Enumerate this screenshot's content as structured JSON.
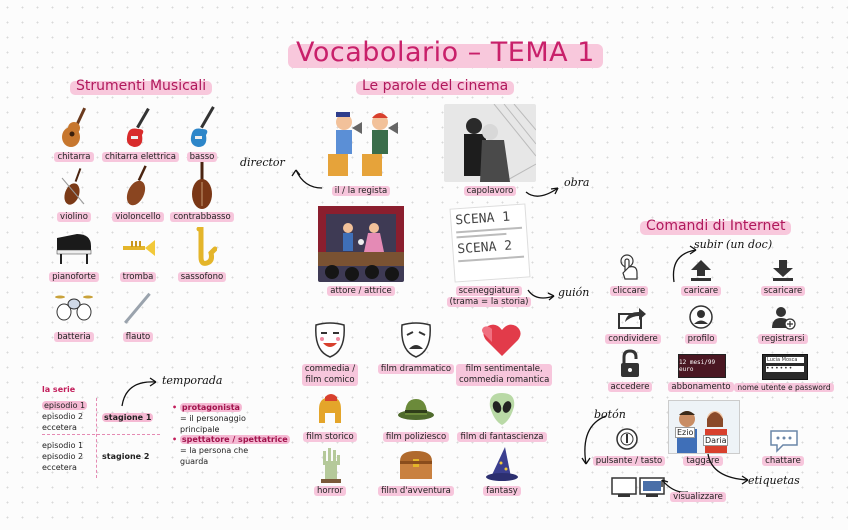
{
  "title": "Vocabolario – TEMA 1",
  "sections": {
    "strumenti": "Strumenti Musicali",
    "cinema": "Le parole del cinema",
    "internet": "Comandi di Internet"
  },
  "instruments": [
    {
      "label": "chitarra",
      "icon": "acoustic-guitar"
    },
    {
      "label": "chitarra elettrica",
      "icon": "electric-guitar"
    },
    {
      "label": "basso",
      "icon": "bass-guitar"
    },
    {
      "label": "violino",
      "icon": "violin"
    },
    {
      "label": "violoncello",
      "icon": "cello"
    },
    {
      "label": "contrabbasso",
      "icon": "double-bass"
    },
    {
      "label": "pianoforte",
      "icon": "piano"
    },
    {
      "label": "tromba",
      "icon": "trumpet"
    },
    {
      "label": "sassofono",
      "icon": "saxophone"
    },
    {
      "label": "batteria",
      "icon": "drums"
    },
    {
      "label": "flauto",
      "icon": "flute"
    }
  ],
  "cinema": {
    "regista": "il / la regista",
    "capolavoro": "capolavoro",
    "attore": "attore / attrice",
    "sceneggiatura_1": "sceneggiatura",
    "sceneggiatura_2": "(trama = la storia)",
    "scena1": "SCENA 1",
    "scena2": "SCENA 2",
    "notes": {
      "director": "director",
      "obra": "obra",
      "guion": "guión",
      "temporada": "temporada"
    }
  },
  "genres": [
    {
      "label": "commedia /\nfilm comico",
      "icon": "comedy-mask"
    },
    {
      "label": "film drammatico",
      "icon": "drama-mask"
    },
    {
      "label": "film sentimentale,\ncommedia romantica",
      "icon": "hearts"
    },
    {
      "label": "film storico",
      "icon": "helmet"
    },
    {
      "label": "film poliziesco",
      "icon": "detective-hat"
    },
    {
      "label": "film di fantascienza",
      "icon": "alien"
    },
    {
      "label": "horror",
      "icon": "zombie-hand"
    },
    {
      "label": "film d'avventura",
      "icon": "treasure-chest"
    },
    {
      "label": "fantasy",
      "icon": "wizard-hat"
    }
  ],
  "serie": {
    "heading": "la serie",
    "ep1": "episodio 1",
    "ep2": "episodio 2",
    "etc": "eccetera",
    "stagione1": "stagione 1",
    "stagione2": "stagione 2",
    "protagonista": "protagonista",
    "protagonista_def": "= il personaggio principale",
    "spettatore": "spettatore / spettatrice",
    "spettatore_def": "= la persona che guarda"
  },
  "internet": [
    {
      "label": "cliccare",
      "icon": "hand-click"
    },
    {
      "label": "caricare",
      "icon": "upload"
    },
    {
      "label": "scaricare",
      "icon": "download"
    },
    {
      "label": "condividere",
      "icon": "share"
    },
    {
      "label": "profilo",
      "icon": "profile"
    },
    {
      "label": "registrarsi",
      "icon": "register"
    },
    {
      "label": "accedere",
      "icon": "padlock"
    },
    {
      "label": "abbonamento",
      "icon": "subscription-card"
    },
    {
      "label": "nome utente e password",
      "icon": "login-field"
    },
    {
      "label": "pulsante / tasto",
      "icon": "button"
    },
    {
      "label": "taggare",
      "icon": "tagged-photo"
    },
    {
      "label": "chattare",
      "icon": "chat"
    },
    {
      "label": "visualizzare",
      "icon": "screens"
    }
  ],
  "internet_notes": {
    "subir": "subir (un doc)",
    "boton": "botón",
    "etiquetas": "etiquetas"
  },
  "tag_names": {
    "a": "Ezio",
    "b": "Daria"
  },
  "subscription_text": "12 mesi/99 euro",
  "login_text": "Lucia Mosca"
}
